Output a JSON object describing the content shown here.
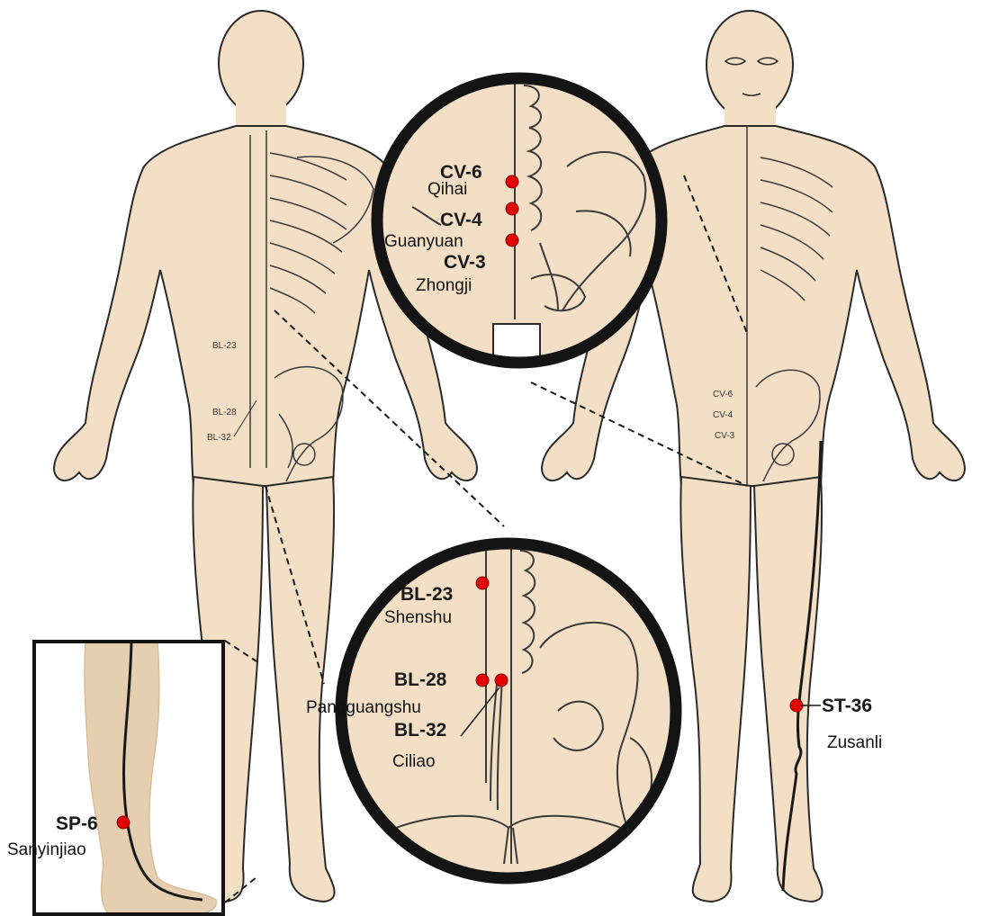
{
  "colors": {
    "skin": "#f2dfc6",
    "outline": "#2a2a2a",
    "point": "#e00000",
    "meridian": "#1a1a1a",
    "lens": "#141414"
  },
  "back_figure": {
    "labels": [
      "BL-23",
      "BL-28",
      "BL-32"
    ]
  },
  "front_figure": {
    "labels": [
      "CV-6",
      "CV-4",
      "CV-3"
    ]
  },
  "abdomen_zoom": {
    "points": [
      {
        "code": "CV-6",
        "name": "Qihai"
      },
      {
        "code": "CV-4",
        "name": "Guanyuan"
      },
      {
        "code": "CV-3",
        "name": "Zhongji"
      }
    ]
  },
  "back_zoom": {
    "points": [
      {
        "code": "BL-23",
        "name": "Shenshu"
      },
      {
        "code": "BL-28",
        "name": "Pangguangshu"
      },
      {
        "code": "BL-32",
        "name": "Ciliao"
      }
    ]
  },
  "leg_inset": {
    "point": {
      "code": "SP-6",
      "name": "Sanyinjiao"
    }
  },
  "shin_point": {
    "code": "ST-36",
    "name": "Zusanli"
  }
}
